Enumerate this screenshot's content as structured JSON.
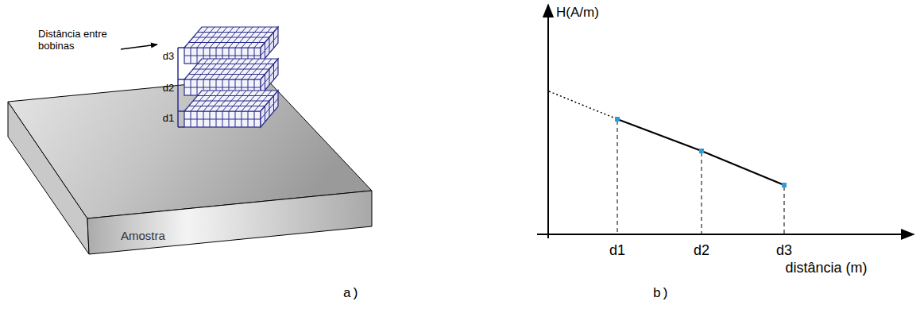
{
  "diagram": {
    "nodes": [
      {
        "text": [
          "Amostra"
        ]
      }
    ],
    "labels": [
      "Distância entre bobinas",
      "d3",
      "d2",
      "d1",
      "a)",
      "H(A/m)",
      "d1",
      "d2",
      "d3",
      "distância (m)",
      "b)"
    ]
  }
}
